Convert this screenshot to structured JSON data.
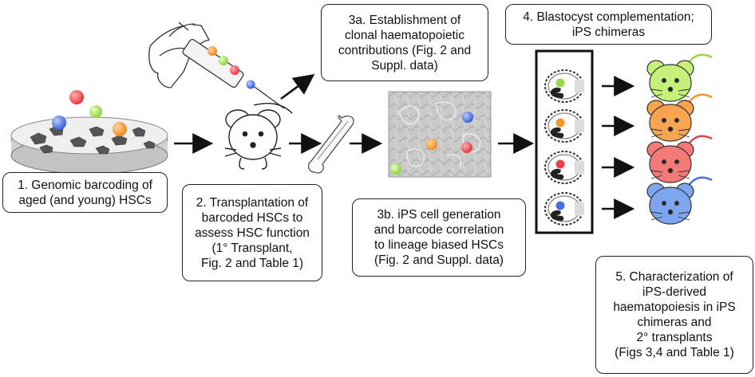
{
  "steps": {
    "step1": "1. Genomic barcoding of\naged (and young) HSCs",
    "step2": "2. Transplantation of\nbarcoded HSCs to\nassess HSC function\n(1° Transplant,\nFig. 2 and Table 1)",
    "step3a": "3a. Establishment of\nclonal haematopoietic\ncontributions (Fig. 2 and\nSuppl. data)",
    "step3b": "3b. iPS cell generation\nand barcode correlation\nto lineage biased HSCs\n(Fig. 2 and Suppl. data)",
    "step4": "4. Blastocyst complementation;\niPS chimeras",
    "step5": "5. Characterization of\niPS-derived\nhaematopoiesis in iPS\nchimeras and\n2° transplants\n(Figs 3,4 and Table 1)"
  },
  "colors": {
    "red": "#e8434a",
    "green": "#9ad94a",
    "blue": "#4a6fe0",
    "orange": "#f0962a",
    "mouse_green": "#c5f07a",
    "mouse_orange": "#f8a450",
    "mouse_red": "#f47a7a",
    "mouse_blue": "#7ea6ee"
  },
  "icons": [
    "petri-dish-icon",
    "syringe-hand-icon",
    "mouse-icon",
    "bone-icon",
    "ips-cell-micrograph",
    "blastocyst-icon",
    "chimera-mouse-icon"
  ]
}
